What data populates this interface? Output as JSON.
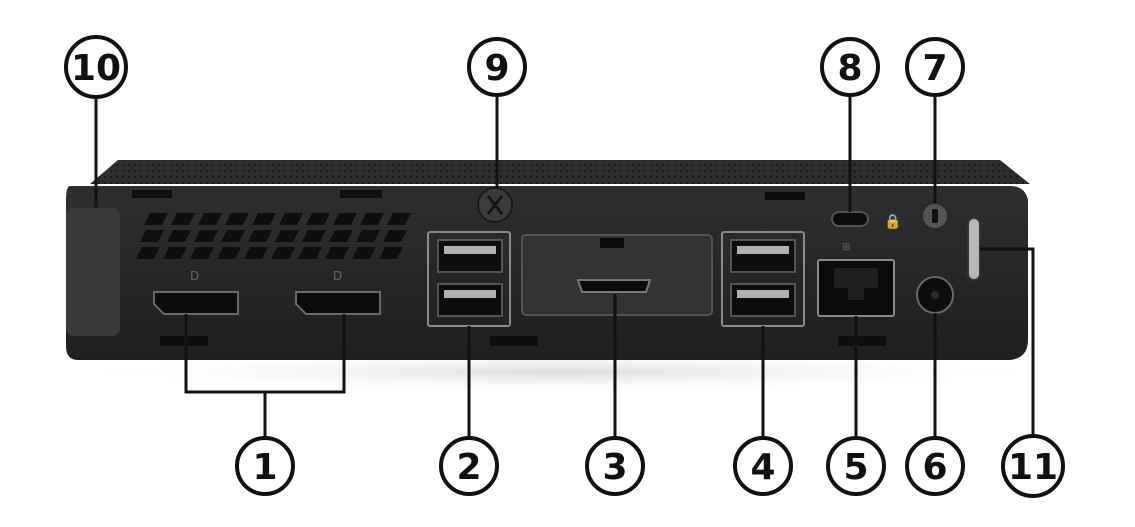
{
  "diagram": {
    "callouts": [
      {
        "id": "c1",
        "label": "1"
      },
      {
        "id": "c2",
        "label": "2"
      },
      {
        "id": "c3",
        "label": "3"
      },
      {
        "id": "c4",
        "label": "4"
      },
      {
        "id": "c5",
        "label": "5"
      },
      {
        "id": "c6",
        "label": "6"
      },
      {
        "id": "c7",
        "label": "7"
      },
      {
        "id": "c8",
        "label": "8"
      },
      {
        "id": "c9",
        "label": "9"
      },
      {
        "id": "c10",
        "label": "10"
      },
      {
        "id": "c11",
        "label": "11"
      }
    ],
    "colors": {
      "chassis": "#2b2b2d",
      "chassis_dark": "#1c1c1e",
      "port": "#111111",
      "accent_grey": "#8a8a8a",
      "callout_stroke": "#111111",
      "callout_fill": "#ffffff"
    }
  }
}
